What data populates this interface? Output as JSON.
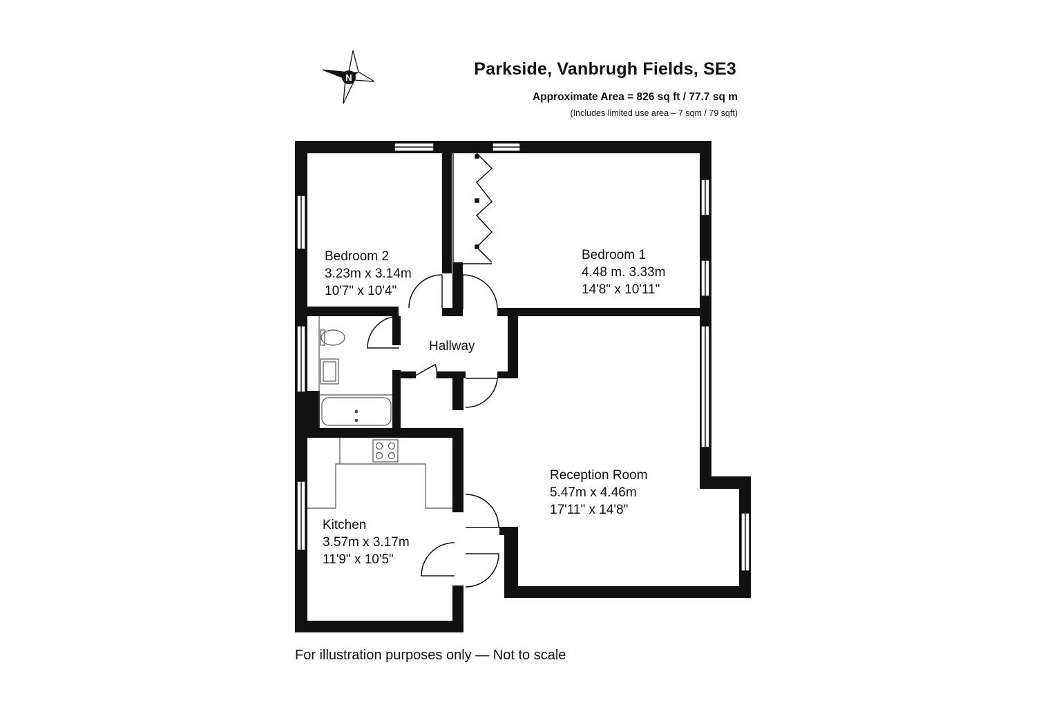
{
  "header": {
    "title": "Parkside, Vanbrugh Fields, SE3",
    "area": "Approximate Area = 826 sq ft / 77.7 sq m",
    "area_note": "(Includes limited use area – 7 sqm / 79 sqft)"
  },
  "compass": {
    "icon": "north-compass-icon",
    "label": "N"
  },
  "rooms": {
    "bedroom2": {
      "name": "Bedroom 2",
      "metric": "3.23m x 3.14m",
      "imperial": "10'7\" x 10'4\""
    },
    "bedroom1": {
      "name": "Bedroom 1",
      "metric": "4.48 m. 3.33m",
      "imperial": "14'8\" x 10'11\""
    },
    "hallway": {
      "name": "Hallway"
    },
    "reception": {
      "name": "Reception Room",
      "metric": "5.47m x 4.46m",
      "imperial": "17'11\" x 14'8\""
    },
    "kitchen": {
      "name": "Kitchen",
      "metric": "3.57m x 3.17m",
      "imperial": "11'9\" x 10'5\""
    }
  },
  "footer": "For illustration purposes only — Not to scale",
  "colors": {
    "wall": "#111111",
    "background": "#ffffff",
    "fixture_line": "#555555"
  }
}
